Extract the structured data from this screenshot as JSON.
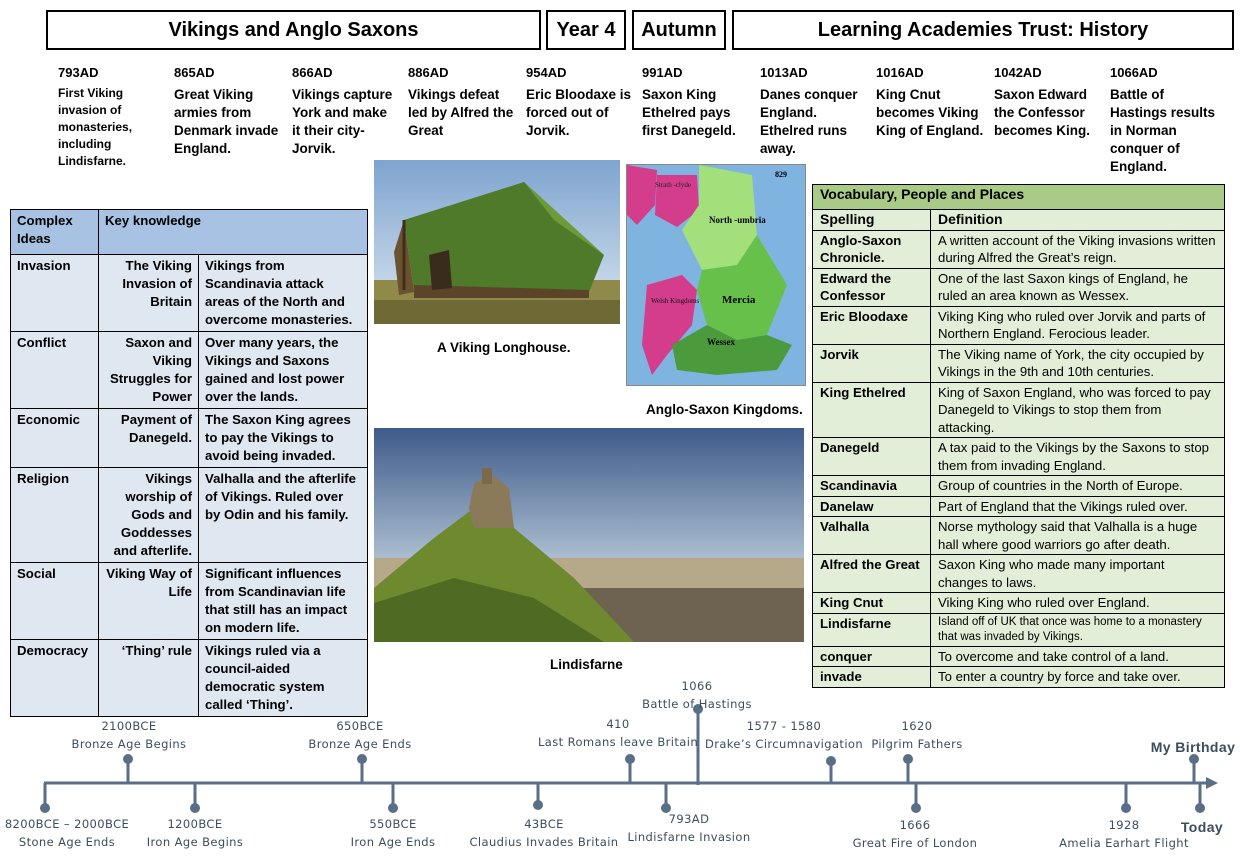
{
  "header": {
    "topic": "Vikings and Anglo Saxons",
    "year": "Year 4",
    "term": "Autumn",
    "trust": "Learning Academies Trust:  History"
  },
  "events": [
    {
      "year": "793AD",
      "text": "First Viking invasion of monasteries, including Lindisfarne."
    },
    {
      "year": "865AD",
      "text": "Great Viking armies from Denmark invade England."
    },
    {
      "year": "866AD",
      "text": "Vikings capture York and make it their city- Jorvik."
    },
    {
      "year": "886AD",
      "text": "Vikings defeat  led  by Alfred the Great"
    },
    {
      "year": "954AD",
      "text": "Eric Bloodaxe is forced out of Jorvik."
    },
    {
      "year": "991AD",
      "text": "Saxon King Ethelred pays first Danegeld."
    },
    {
      "year": "1013AD",
      "text": "Danes conquer England. Ethelred runs away."
    },
    {
      "year": "1016AD",
      "text": "King Cnut becomes Viking King of England."
    },
    {
      "year": "1042AD",
      "text": "Saxon Edward the Confessor becomes King."
    },
    {
      "year": "1066AD",
      "text": "Battle of Hastings results in Norman conquer of England."
    }
  ],
  "knowledge": {
    "header_a": "Complex Ideas",
    "header_b": "Key knowledge",
    "rows": [
      {
        "idea": "Invasion",
        "key": "The Viking Invasion of Britain",
        "detail": "Vikings from Scandinavia attack areas of the North and overcome monasteries."
      },
      {
        "idea": "Conflict",
        "key": "Saxon and Viking Struggles for Power",
        "detail": "Over many years, the Vikings and Saxons gained and lost power over the lands."
      },
      {
        "idea": "Economic",
        "key": "Payment of Danegeld.",
        "detail": "The Saxon King agrees to pay the Vikings to avoid being invaded."
      },
      {
        "idea": "Religion",
        "key": "Vikings worship of Gods and Goddesses and afterlife.",
        "detail": "Valhalla and the afterlife of Vikings. Ruled over by Odin and his family."
      },
      {
        "idea": "Social",
        "key": "Viking Way of Life",
        "detail": "Significant influences from Scandinavian life that still has an impact on modern life."
      },
      {
        "idea": "Democracy",
        "key": "‘Thing’ rule",
        "detail": "Vikings ruled via a council-aided democratic system called ‘Thing’."
      }
    ]
  },
  "images": {
    "longhouse_caption": "A Viking Longhouse.",
    "map_caption": "Anglo-Saxon Kingdoms.",
    "lindisfarne_caption": "Lindisfarne",
    "map_labels": {
      "number": "829",
      "strath": "Strath -clyde",
      "north": "North -umbria",
      "mercia": "Mercia",
      "welsh": "Welsh Kingdoms",
      "wessex": "Wessex"
    }
  },
  "vocab": {
    "title": "Vocabulary, People and Places",
    "col_a": "Spelling",
    "col_b": "Definition",
    "rows": [
      {
        "term": "Anglo-Saxon Chronicle.",
        "def": "A written account of the Viking invasions written during Alfred the Great’s reign."
      },
      {
        "term": "Edward the Confessor",
        "def": "One of the last Saxon kings of England, he ruled an area known as Wessex."
      },
      {
        "term": "Eric Bloodaxe",
        "def": "Viking King who ruled over Jorvik and parts of Northern England. Ferocious leader."
      },
      {
        "term": "Jorvik",
        "def": "The Viking name of York, the city occupied by Vikings in the 9th and 10th centuries."
      },
      {
        "term": "King Ethelred",
        "def": "King of Saxon England, who was forced to pay Danegeld to Vikings to stop them from attacking."
      },
      {
        "term": "Danegeld",
        "def": "A tax paid to the Vikings by the Saxons to stop them from invading England."
      },
      {
        "term": "Scandinavia",
        "def": "Group of countries in the North of Europe."
      },
      {
        "term": "Danelaw",
        "def": "Part of England that the Vikings ruled over."
      },
      {
        "term": "Valhalla",
        "def": "Norse mythology said that Valhalla is a huge hall where good warriors go after death."
      },
      {
        "term": "Alfred the Great",
        "def": "Saxon King who made many important changes to laws."
      },
      {
        "term": "King Cnut",
        "def": "Viking King who ruled over England."
      },
      {
        "term": "Lindisfarne",
        "def": "Island off of UK that once was home to a monastery that was invaded by Vikings."
      },
      {
        "term": "conquer",
        "def": "To overcome and take control of a land."
      },
      {
        "term": "invade",
        "def": "To enter a country by force and take over."
      }
    ]
  },
  "timeline": {
    "above": [
      {
        "date": "2100BCE",
        "label": "Bronze Age Begins"
      },
      {
        "date": "650BCE",
        "label": "Bronze Age Ends"
      },
      {
        "date": "410",
        "label": "Last Romans leave Britain"
      },
      {
        "date": "1066",
        "label": "Battle of Hastings"
      },
      {
        "date": "1577 - 1580",
        "label": "Drake’s Circumnavigation"
      },
      {
        "date": "1620",
        "label": "Pilgrim Fathers"
      },
      {
        "date": "",
        "label": "My Birthday"
      }
    ],
    "below": [
      {
        "date": "8200BCE – 2000BCE",
        "label": "Stone Age Ends"
      },
      {
        "date": "1200BCE",
        "label": "Iron Age Begins"
      },
      {
        "date": "550BCE",
        "label": "Iron Age Ends"
      },
      {
        "date": "43BCE",
        "label": "Claudius Invades Britain"
      },
      {
        "date": "793AD",
        "label": "Lindisfarne Invasion"
      },
      {
        "date": "1666",
        "label": "Great Fire of London"
      },
      {
        "date": "1928",
        "label": "Amelia Earhart Flight"
      },
      {
        "date": "",
        "label": "Today"
      }
    ]
  }
}
